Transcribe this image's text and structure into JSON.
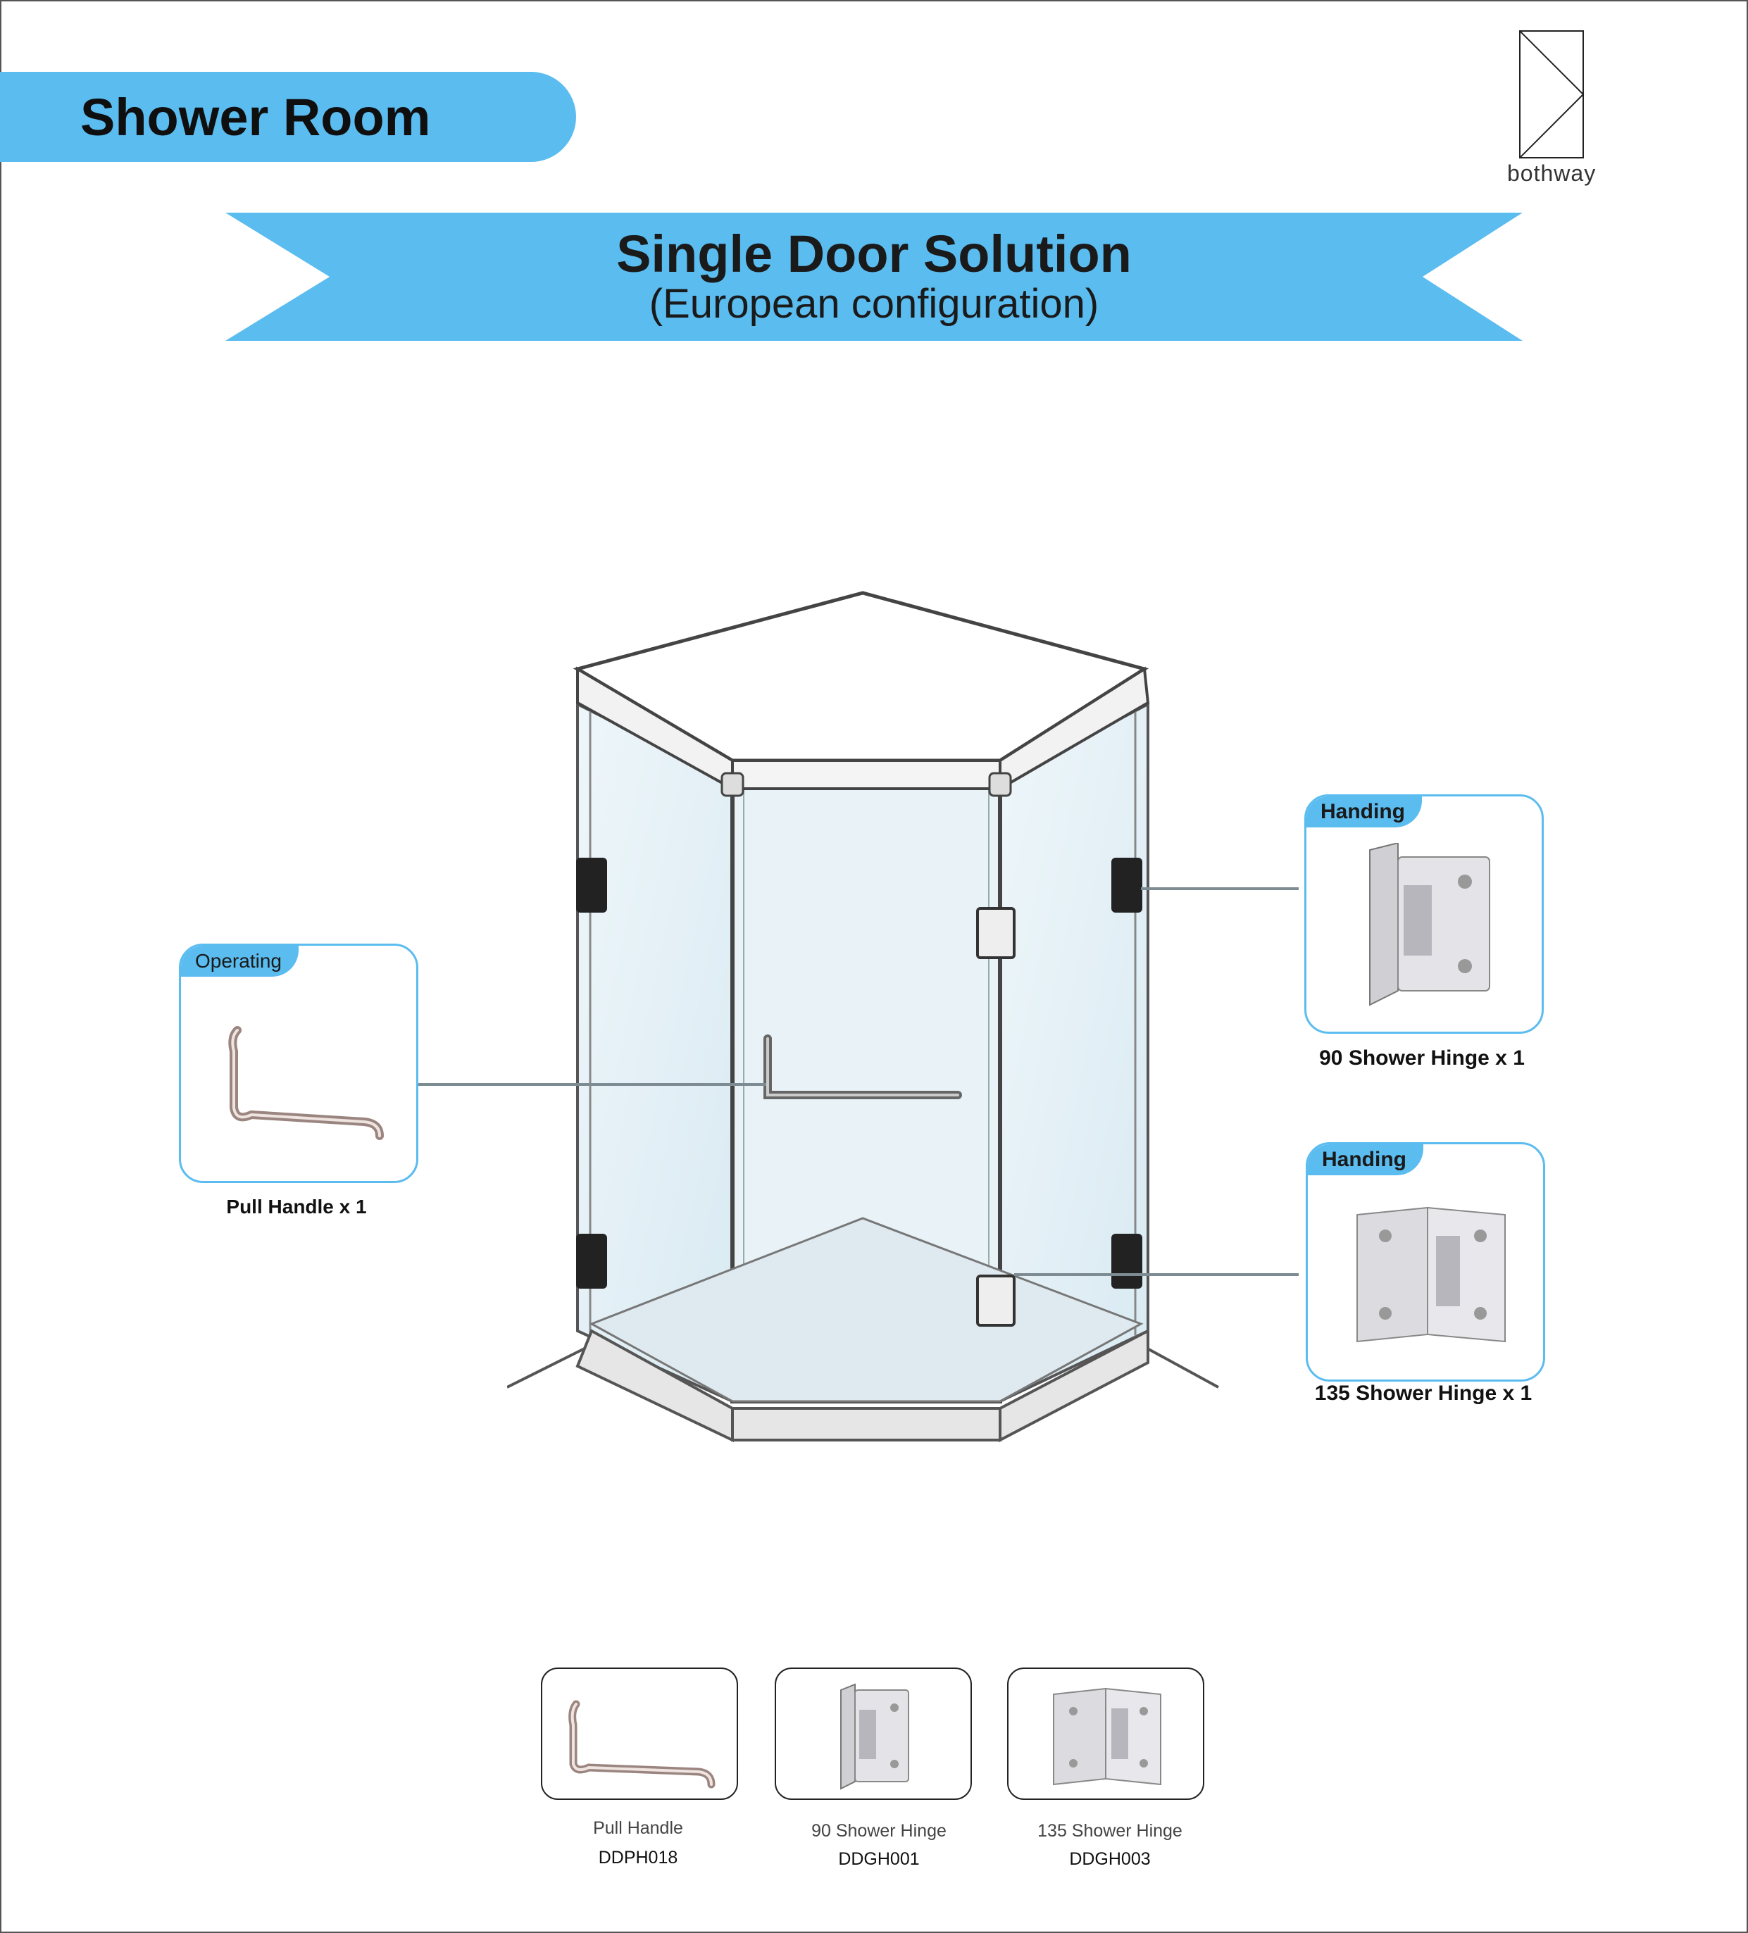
{
  "section": {
    "title": "Shower Room"
  },
  "brand": {
    "name": "bothway"
  },
  "banner": {
    "title": "Single Door Solution",
    "subtitle": "(European configuration)"
  },
  "callouts": {
    "operating": {
      "tag": "Operating",
      "caption": "Pull Handle x 1"
    },
    "hinge90": {
      "tag": "Handing",
      "caption": "90 Shower Hinge x 1"
    },
    "hinge135": {
      "tag": "Handing",
      "caption": "135 Shower Hinge x 1"
    }
  },
  "products": [
    {
      "name": "Pull Handle",
      "code": "DDPH018"
    },
    {
      "name": "90 Shower Hinge",
      "code": "DDGH001"
    },
    {
      "name": "135 Shower Hinge",
      "code": "DDGH003"
    }
  ],
  "colors": {
    "accent": "#5bbcf0",
    "glass": "#e3f0f6",
    "frame": "#555555"
  }
}
